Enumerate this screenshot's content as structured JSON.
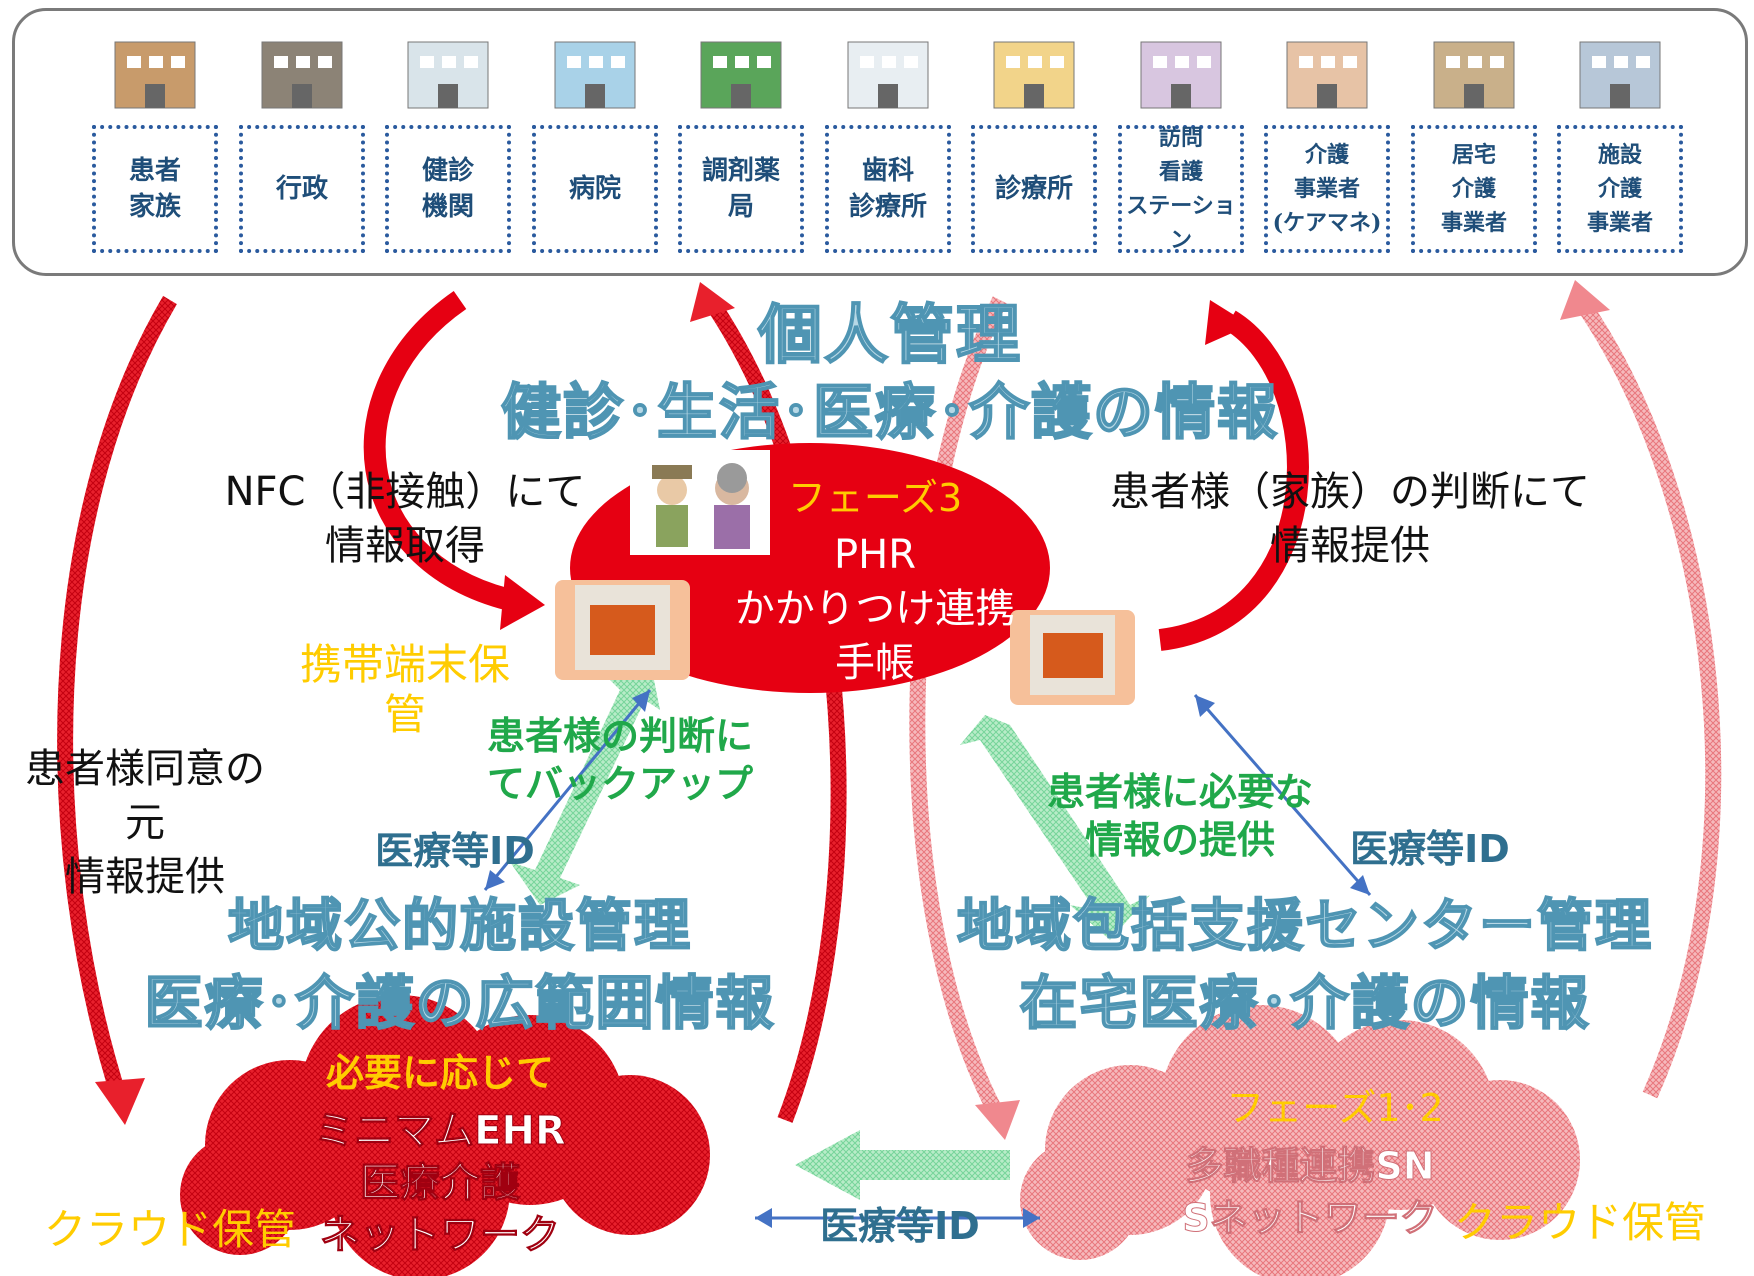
{
  "stakeholders": [
    {
      "label": "患者\n家族",
      "icon": "family-icon"
    },
    {
      "label": "行政",
      "icon": "office-building-icon"
    },
    {
      "label": "健診\n機関",
      "icon": "checkup-facility-icon"
    },
    {
      "label": "病院",
      "icon": "hospital-icon"
    },
    {
      "label": "調剤薬\n局",
      "icon": "pharmacy-icon"
    },
    {
      "label": "歯科\n診療所",
      "icon": "dental-clinic-icon"
    },
    {
      "label": "診療所",
      "icon": "clinic-icon"
    },
    {
      "label": "訪問\n看護\nステーション",
      "icon": "visiting-nurse-icon"
    },
    {
      "label": "介護\n事業者\n(ケアマネ)",
      "icon": "care-manager-icon"
    },
    {
      "label": "居宅\n介護\n事業者",
      "icon": "home-care-icon"
    },
    {
      "label": "施設\n介護\n事業者",
      "icon": "facility-care-icon"
    }
  ],
  "center": {
    "title1": "個人管理",
    "title2": "健診･生活･医療･介護の情報",
    "phase": "フェーズ3",
    "ellipse_text": "PHR\nかかりつけ連携\n手帳",
    "left_note": "NFC（非接触）にて\n情報取得",
    "right_note": "患者様（家族）の判断にて\n情報提供",
    "device_storage": "携帯端末保\n管",
    "backup_note": "患者様の判断に\nてバックアップ",
    "needed_info": "患者様に必要な\n情報の提供",
    "medical_id_left": "医療等ID",
    "medical_id_right": "医療等ID"
  },
  "left_side": {
    "consent_note": "患者様同意の\n元\n情報提供",
    "title1": "地域公的施設管理",
    "title2": "医療･介護の広範囲情報",
    "as_needed": "必要に応じて",
    "cloud_text": "ミニマムEHR\n医療介護\nネットワーク",
    "cloud_storage": "クラウド保管"
  },
  "right_side": {
    "title1": "地域包括支援センター管理",
    "title2": "在宅医療･介護の情報",
    "phase": "フェーズ1･2",
    "cloud_text": "多職種連携SN\nSネットワーク",
    "cloud_storage": "クラウド保管"
  },
  "bottom": {
    "medical_id": "医療等ID"
  },
  "colors": {
    "red": "#e60012",
    "box_border": "#2a5a9e",
    "title_blue": "#4f95b3",
    "green": "#20a84a",
    "yellow": "#ffcc00"
  }
}
